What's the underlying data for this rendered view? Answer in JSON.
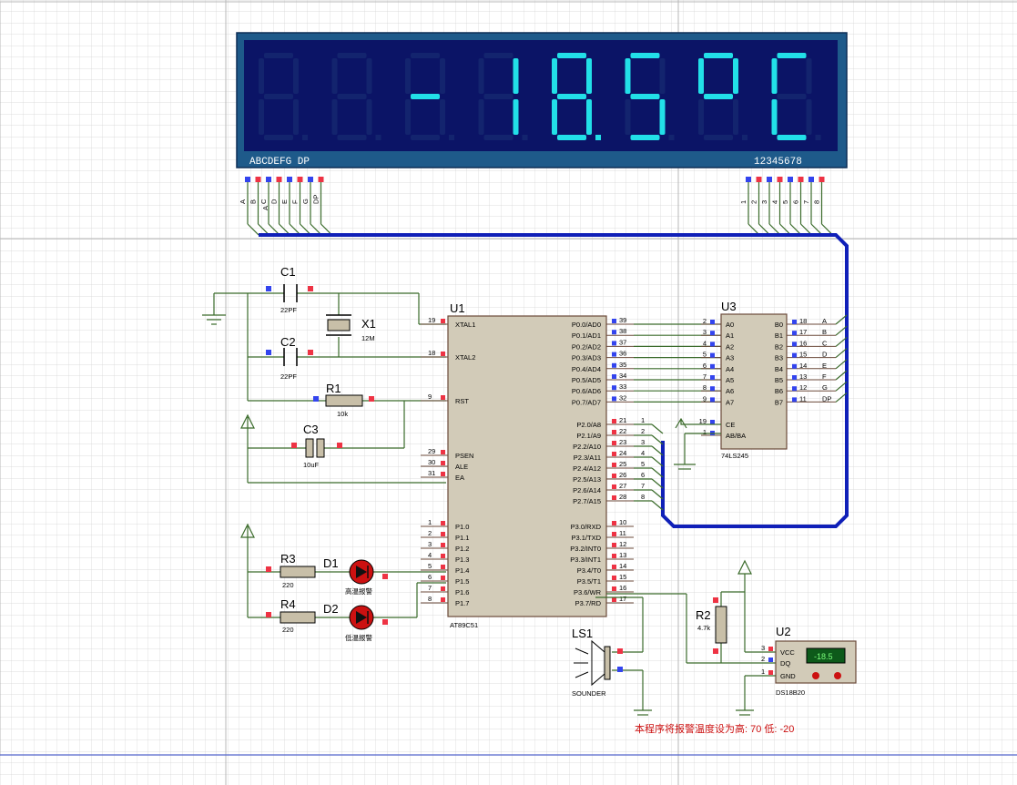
{
  "display": {
    "text": "-18.5°C",
    "left_label": "ABCDEFG DP",
    "right_label": "12345678",
    "left_pins": [
      "A",
      "B",
      "C",
      "D",
      "E",
      "F",
      "G",
      "DP"
    ],
    "right_pins": [
      "1",
      "2",
      "3",
      "4",
      "5",
      "6",
      "7",
      "8"
    ],
    "digits": [
      {
        "segs": ""
      },
      {
        "segs": ""
      },
      {
        "segs": "g"
      },
      {
        "segs": "bc"
      },
      {
        "segs": "abcdefg",
        "dp": true
      },
      {
        "segs": "acdfg"
      },
      {
        "segs": "abfg"
      },
      {
        "segs": "adef"
      }
    ],
    "colors": {
      "frame": "#1e5a8a",
      "bg": "#0b1466",
      "seg_on": "#22e0e8",
      "seg_off": "#13246e"
    }
  },
  "components": {
    "c1": {
      "ref": "C1",
      "value": "22PF"
    },
    "c2": {
      "ref": "C2",
      "value": "22PF"
    },
    "x1": {
      "ref": "X1",
      "value": "12M"
    },
    "r1": {
      "ref": "R1",
      "value": "10k"
    },
    "c3": {
      "ref": "C3",
      "value": "10uF"
    },
    "r3": {
      "ref": "R3",
      "value": "220"
    },
    "r4": {
      "ref": "R4",
      "value": "220"
    },
    "d1": {
      "ref": "D1",
      "value": "高温报警"
    },
    "d2": {
      "ref": "D2",
      "value": "低温报警"
    },
    "u1": {
      "ref": "U1",
      "part": "AT89C51"
    },
    "u3": {
      "ref": "U3",
      "part": "74LS245"
    },
    "ls1": {
      "ref": "LS1",
      "part": "SOUNDER"
    },
    "r2": {
      "ref": "R2",
      "value": "4.7k"
    },
    "u2": {
      "ref": "U2",
      "part": "DS18B20",
      "readout": "-18.5"
    }
  },
  "u1_left": [
    {
      "num": "19",
      "name": "XTAL1"
    },
    {
      "num": "18",
      "name": "XTAL2"
    },
    {
      "num": "9",
      "name": "RST"
    },
    {
      "num": "29",
      "name": "PSEN"
    },
    {
      "num": "30",
      "name": "ALE"
    },
    {
      "num": "31",
      "name": "EA"
    },
    {
      "num": "1",
      "name": "P1.0"
    },
    {
      "num": "2",
      "name": "P1.1"
    },
    {
      "num": "3",
      "name": "P1.2"
    },
    {
      "num": "4",
      "name": "P1.3"
    },
    {
      "num": "5",
      "name": "P1.4"
    },
    {
      "num": "6",
      "name": "P1.5"
    },
    {
      "num": "7",
      "name": "P1.6"
    },
    {
      "num": "8",
      "name": "P1.7"
    }
  ],
  "u1_right": [
    {
      "num": "39",
      "name": "P0.0/AD0"
    },
    {
      "num": "38",
      "name": "P0.1/AD1"
    },
    {
      "num": "37",
      "name": "P0.2/AD2"
    },
    {
      "num": "36",
      "name": "P0.3/AD3"
    },
    {
      "num": "35",
      "name": "P0.4/AD4"
    },
    {
      "num": "34",
      "name": "P0.5/AD5"
    },
    {
      "num": "33",
      "name": "P0.6/AD6"
    },
    {
      "num": "32",
      "name": "P0.7/AD7"
    },
    {
      "num": "21",
      "name": "P2.0/A8"
    },
    {
      "num": "22",
      "name": "P2.1/A9"
    },
    {
      "num": "23",
      "name": "P2.2/A10"
    },
    {
      "num": "24",
      "name": "P2.3/A11"
    },
    {
      "num": "25",
      "name": "P2.4/A12"
    },
    {
      "num": "26",
      "name": "P2.5/A13"
    },
    {
      "num": "27",
      "name": "P2.6/A14"
    },
    {
      "num": "28",
      "name": "P2.7/A15"
    },
    {
      "num": "10",
      "name": "P3.0/RXD"
    },
    {
      "num": "11",
      "name": "P3.1/TXD"
    },
    {
      "num": "12",
      "name": "P3.2/INT0"
    },
    {
      "num": "13",
      "name": "P3.3/INT1"
    },
    {
      "num": "14",
      "name": "P3.4/T0"
    },
    {
      "num": "15",
      "name": "P3.5/T1"
    },
    {
      "num": "16",
      "name": "P3.6/WR"
    },
    {
      "num": "17",
      "name": "P3.7/RD"
    }
  ],
  "p2_wire_labels": [
    "1",
    "2",
    "3",
    "4",
    "5",
    "6",
    "7",
    "8"
  ],
  "u3_left": [
    {
      "num": "2",
      "name": "A0"
    },
    {
      "num": "3",
      "name": "A1"
    },
    {
      "num": "4",
      "name": "A2"
    },
    {
      "num": "5",
      "name": "A3"
    },
    {
      "num": "6",
      "name": "A4"
    },
    {
      "num": "7",
      "name": "A5"
    },
    {
      "num": "8",
      "name": "A6"
    },
    {
      "num": "9",
      "name": "A7"
    },
    {
      "num": "19",
      "name": "CE"
    },
    {
      "num": "1",
      "name": "AB/BA"
    }
  ],
  "u3_right": [
    {
      "num": "18",
      "name": "B0",
      "net": "A"
    },
    {
      "num": "17",
      "name": "B1",
      "net": "B"
    },
    {
      "num": "16",
      "name": "B2",
      "net": "C"
    },
    {
      "num": "15",
      "name": "B3",
      "net": "D"
    },
    {
      "num": "14",
      "name": "B4",
      "net": "E"
    },
    {
      "num": "13",
      "name": "B5",
      "net": "F"
    },
    {
      "num": "12",
      "name": "B6",
      "net": "G"
    },
    {
      "num": "11",
      "name": "B7",
      "net": "DP"
    }
  ],
  "u2_pins": [
    {
      "num": "3",
      "name": "VCC"
    },
    {
      "num": "2",
      "name": "DQ"
    },
    {
      "num": "1",
      "name": "GND"
    }
  ],
  "note": "本程序将报警温度设为高: 70  低: -20"
}
